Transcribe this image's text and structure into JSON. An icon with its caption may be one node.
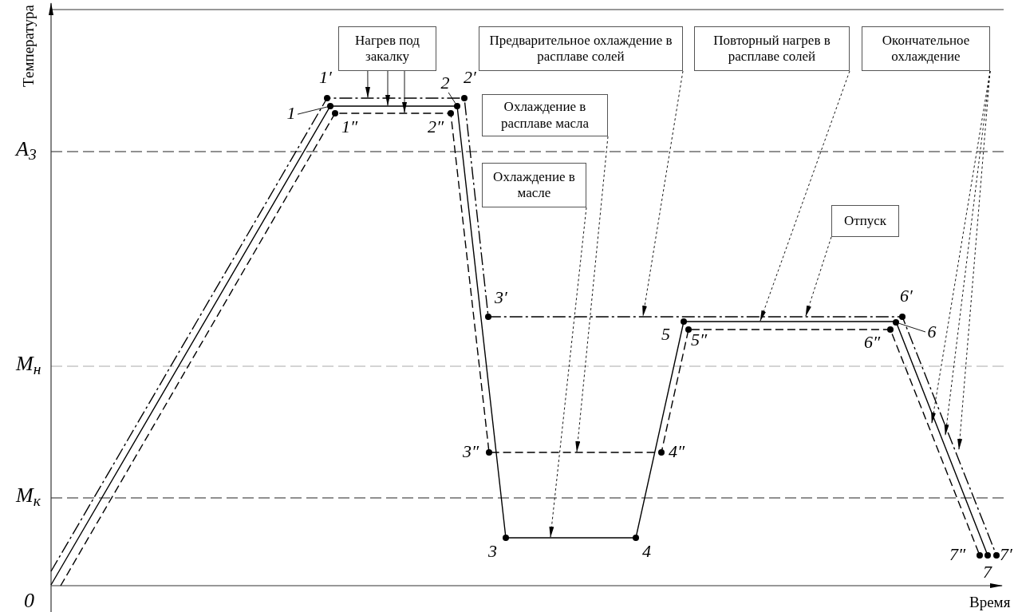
{
  "diagram": {
    "nodes": [
      {
        "text": [
          "Нагрев под закалку"
        ]
      },
      {
        "text": [
          "Предварительное охлаждение в расплаве солей"
        ]
      },
      {
        "text": [
          "Охлаждение в расплаве масла"
        ]
      },
      {
        "text": [
          "Охлаждение в масле"
        ]
      },
      {
        "text": [
          "Повторный нагрев в расплаве солей"
        ]
      },
      {
        "text": [
          "Окончательное охлаждение"
        ]
      },
      {
        "text": [
          "Отпуск"
        ]
      },
      {
        "text": [
          "1"
        ]
      },
      {
        "text": [
          "2"
        ]
      },
      {
        "text": [
          "6"
        ]
      },
      {
        "text": [],
        "shape": "circle"
      },
      {
        "text": [],
        "shape": "circle"
      },
      {
        "text": [],
        "shape": "circle"
      }
    ],
    "edges": [
      {
        "from": 0,
        "to": null,
        "arrow": "to"
      },
      {
        "from": 0,
        "to": null,
        "arrow": "to"
      },
      {
        "from": 0,
        "to": null,
        "arrow": "to"
      },
      {
        "from": 1,
        "to": null,
        "arrow": "to",
        "style": "dashed"
      },
      {
        "from": 2,
        "to": null,
        "arrow": "to",
        "style": "dashed"
      },
      {
        "from": 3,
        "to": null,
        "arrow": "to",
        "style": "dashed"
      },
      {
        "from": 4,
        "to": null,
        "arrow": "to",
        "style": "dashed"
      },
      {
        "from": 6,
        "to": null,
        "arrow": "to",
        "style": "dashed"
      },
      {
        "from": 5,
        "to": null,
        "arrow": "to",
        "style": "dashed"
      },
      {
        "from": 5,
        "to": null,
        "arrow": "to",
        "style": "dashed"
      },
      {
        "from": 5,
        "to": null,
        "arrow": "to",
        "style": "dashed"
      },
      {
        "from": 7,
        "to": 10,
        "arrow": "none"
      },
      {
        "from": 8,
        "to": 11,
        "arrow": "none"
      },
      {
        "from": 9,
        "to": 12,
        "arrow": "none"
      }
    ],
    "labels": [
      "Температура",
      "A$_{3}$",
      "M$_{н}$",
      "M$_{к}$",
      "0",
      "Время",
      "1′",
      "2′",
      "1″",
      "2″",
      "3′",
      "5",
      "6′",
      "5″",
      "6″",
      "3″",
      "4″",
      "3",
      "4",
      "7″",
      "7′",
      "7"
    ]
  }
}
